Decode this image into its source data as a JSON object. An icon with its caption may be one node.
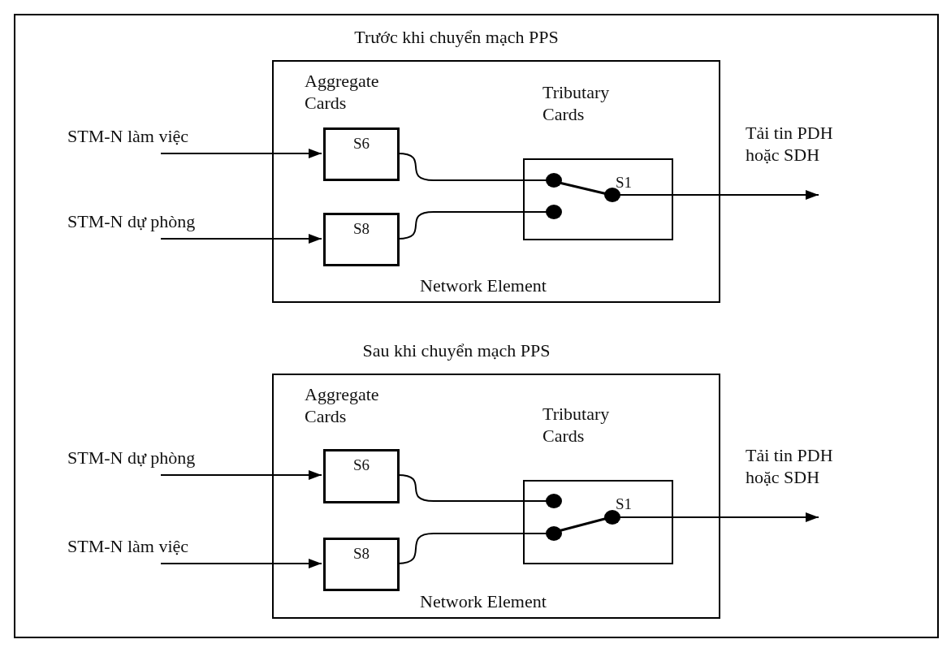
{
  "diagram": {
    "nodes": [
      {
        "text": [
          "Trước khi chuyển mạch PPS",
          "Aggregate Cards",
          "Network Element"
        ]
      },
      {
        "text": [
          "S6"
        ],
        "in": 0
      },
      {
        "text": [
          "S8"
        ],
        "in": 0
      },
      {
        "text": [
          "Tributary Cards",
          "S1"
        ],
        "in": 0
      },
      {
        "text": [
          "STM-N làm việc"
        ]
      },
      {
        "text": [
          "STM-N dự phòng"
        ]
      },
      {
        "text": [
          "Tải tin PDH hoặc SDH"
        ]
      },
      {
        "text": [
          "Sau khi chuyển mạch PPS",
          "Aggregate Cards",
          "Network Element"
        ]
      },
      {
        "text": [
          "S6"
        ],
        "in": 7
      },
      {
        "text": [
          "S8"
        ],
        "in": 7
      },
      {
        "text": [
          "Tributary Cards",
          "S1"
        ],
        "in": 7
      },
      {
        "text": [
          "STM-N dự phòng"
        ]
      },
      {
        "text": [
          "STM-N làm việc"
        ]
      },
      {
        "text": [
          "Tải tin PDH hoặc SDH"
        ]
      }
    ],
    "edges": [
      {
        "from": 4,
        "to": 1,
        "arrow": "to"
      },
      {
        "from": 5,
        "to": 2,
        "arrow": "to"
      },
      {
        "from": 1,
        "to": 3,
        "arrow": "none"
      },
      {
        "from": 2,
        "to": 3,
        "arrow": "none"
      },
      {
        "from": 3,
        "to": 6,
        "arrow": "to"
      },
      {
        "from": 11,
        "to": 8,
        "arrow": "to"
      },
      {
        "from": 12,
        "to": 9,
        "arrow": "to"
      },
      {
        "from": 8,
        "to": 10,
        "arrow": "none"
      },
      {
        "from": 9,
        "to": 10,
        "arrow": "none"
      },
      {
        "from": 10,
        "to": 13,
        "arrow": "to"
      }
    ]
  }
}
